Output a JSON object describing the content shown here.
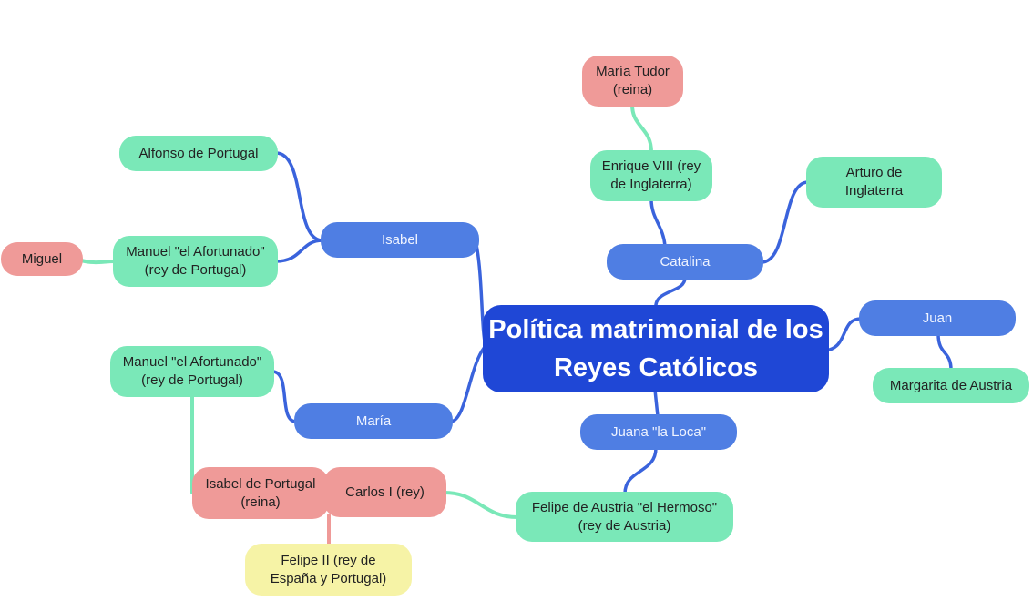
{
  "title": "Política matrimonial de los Reyes Católicos",
  "colors": {
    "central": "#1f47d6",
    "child": "#4f7ee3",
    "spouse": "#7ae8b8",
    "descendant": "#ef9a98",
    "grandchild": "#f6f3a6"
  },
  "nodes": {
    "isabel": "Isabel",
    "maria": "María",
    "catalina": "Catalina",
    "juan": "Juan",
    "juana": "Juana \"la Loca\"",
    "alfonso": "Alfonso de Portugal",
    "manuel1": "Manuel \"el Afortunado\" (rey de Portugal)",
    "miguel": "Miguel",
    "manuel2": "Manuel \"el Afortunado\" (rey de Portugal)",
    "enrique": "Enrique VIII (rey de Inglaterra)",
    "maria_tudor": "María Tudor (reina)",
    "arturo": "Arturo de Inglaterra",
    "margarita": "Margarita de Austria",
    "felipe_austria": "Felipe de Austria \"el Hermoso\" (rey de Austria)",
    "carlos": "Carlos I (rey)",
    "isabel_portugal": "Isabel de Portugal (reina)",
    "felipe2": "Felipe II (rey de España y Portugal)"
  }
}
